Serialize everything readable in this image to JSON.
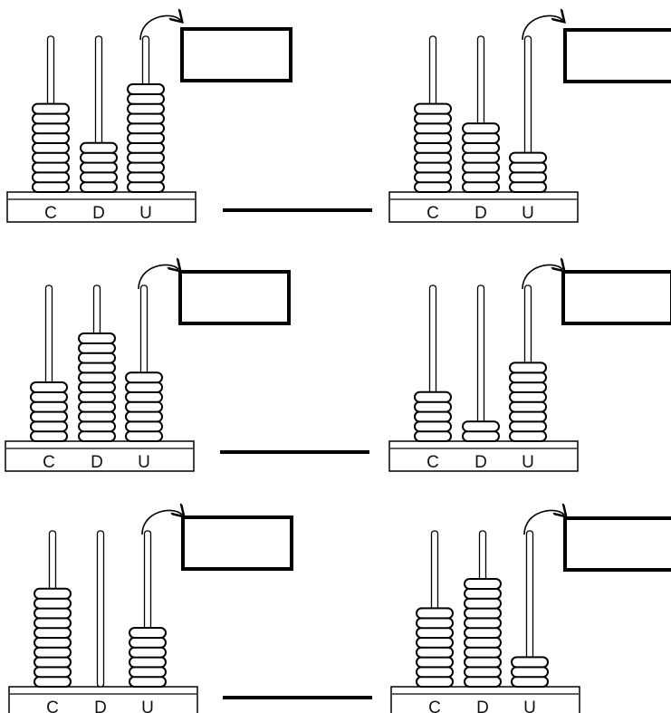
{
  "worksheet": {
    "rod_labels": [
      "C",
      "D",
      "U"
    ],
    "exercises": [
      {
        "beads": [
          9,
          5,
          11
        ]
      },
      {
        "beads": [
          9,
          7,
          4
        ]
      },
      {
        "beads": [
          6,
          11,
          7
        ]
      },
      {
        "beads": [
          5,
          2,
          8
        ]
      },
      {
        "beads": [
          10,
          0,
          6
        ]
      },
      {
        "beads": [
          8,
          11,
          3
        ]
      }
    ]
  }
}
